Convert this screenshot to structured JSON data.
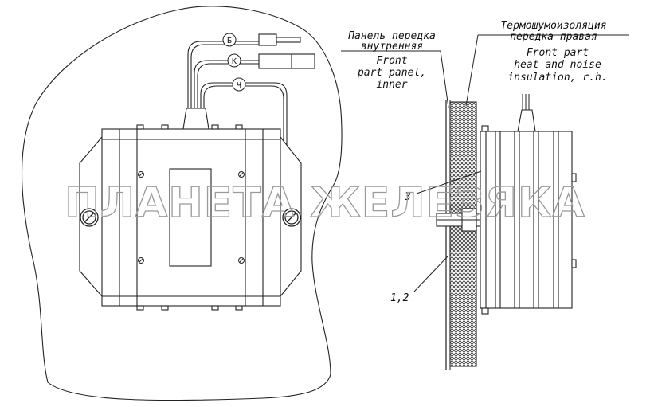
{
  "labels": {
    "panel_ru_line1": "Панель передка",
    "panel_ru_line2": "внутренняя",
    "panel_en_line1": "Front",
    "panel_en_line2": "part panel,",
    "panel_en_line3": "inner",
    "insul_ru_line1": "Термошумоизоляция",
    "insul_ru_line2": "передка правая",
    "insul_en_line1": "Front part",
    "insul_en_line2": "heat and noise",
    "insul_en_line3": "insulation, r.h.",
    "callout_3": "3",
    "callout_12": "1,2"
  },
  "connectors": {
    "b": "Б",
    "k": "К",
    "ch": "Ч"
  },
  "watermark": "ПЛАНЕТА ЖЕЛЕЗЯКА"
}
